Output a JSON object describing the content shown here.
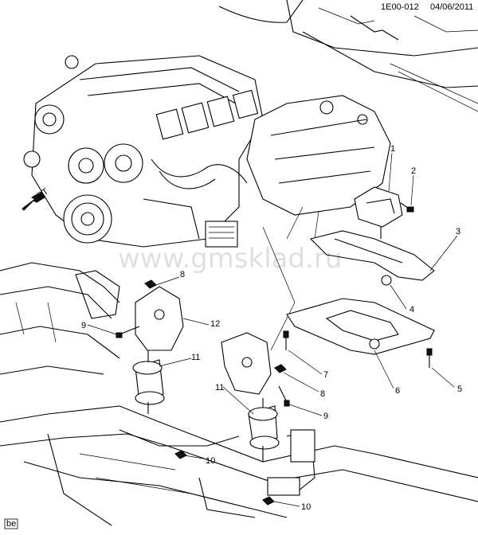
{
  "header": {
    "code": "1E00-012",
    "date": "04/06/2011"
  },
  "watermark": "www.gmsklad.ru",
  "orientation": {
    "arrow_label": "FRT"
  },
  "callouts": [
    {
      "id": "c1",
      "label": "1"
    },
    {
      "id": "c2",
      "label": "2"
    },
    {
      "id": "c3",
      "label": "3"
    },
    {
      "id": "c4",
      "label": "4"
    },
    {
      "id": "c5",
      "label": "5"
    },
    {
      "id": "c6",
      "label": "6"
    },
    {
      "id": "c7",
      "label": "7"
    },
    {
      "id": "c8a",
      "label": "8"
    },
    {
      "id": "c8b",
      "label": "8"
    },
    {
      "id": "c9a",
      "label": "9"
    },
    {
      "id": "c9b",
      "label": "9"
    },
    {
      "id": "c10a",
      "label": "10"
    },
    {
      "id": "c10b",
      "label": "10"
    },
    {
      "id": "c11a",
      "label": "11"
    },
    {
      "id": "c11b",
      "label": "11"
    },
    {
      "id": "c12",
      "label": "12"
    }
  ],
  "footer": {
    "badge": "be"
  }
}
